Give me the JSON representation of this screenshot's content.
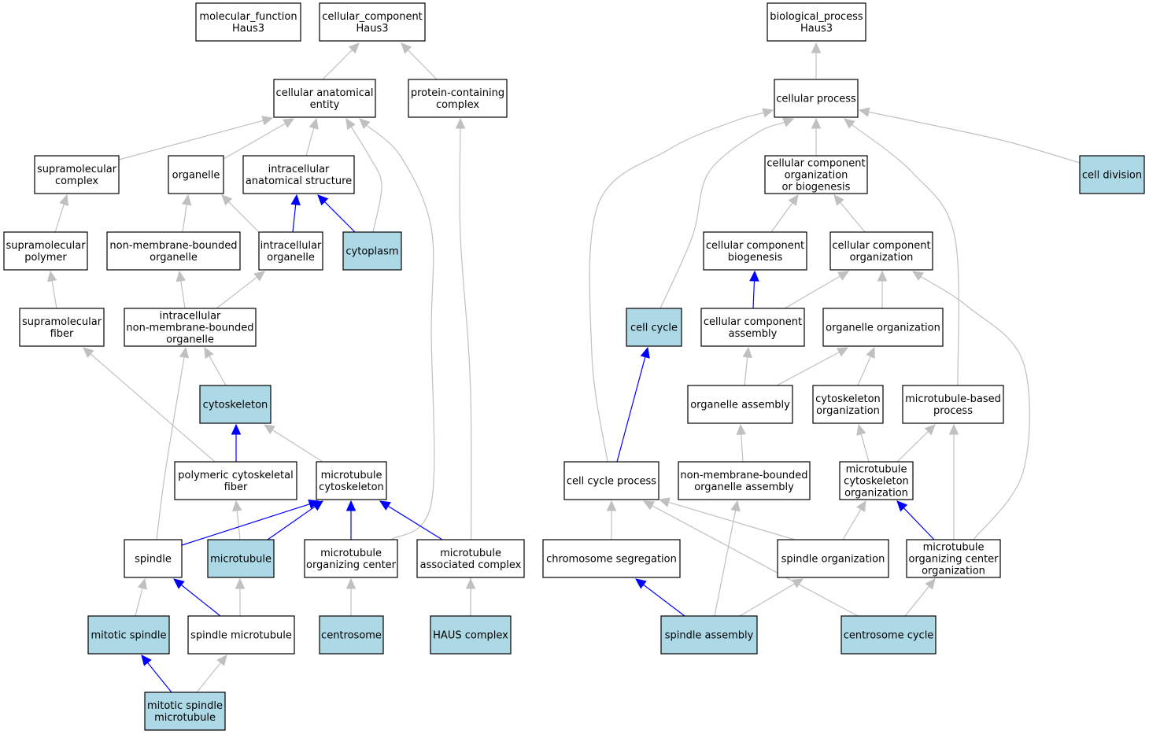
{
  "colors": {
    "highlight_fill": "#add8e6",
    "plain_fill": "#ffffff",
    "is_a_edge": "#c0c0c0",
    "part_of_edge": "#0000ff"
  },
  "nodes": [
    {
      "id": "mf",
      "lines": [
        "molecular_function",
        "Haus3"
      ],
      "highlight": false
    },
    {
      "id": "cc",
      "lines": [
        "cellular_component",
        "Haus3"
      ],
      "highlight": false
    },
    {
      "id": "bp",
      "lines": [
        "biological_process",
        "Haus3"
      ],
      "highlight": false
    },
    {
      "id": "cae",
      "lines": [
        "cellular anatomical",
        "entity"
      ],
      "highlight": false
    },
    {
      "id": "pcc",
      "lines": [
        "protein-containing",
        "complex"
      ],
      "highlight": false
    },
    {
      "id": "cp",
      "lines": [
        "cellular process"
      ],
      "highlight": false
    },
    {
      "id": "smc",
      "lines": [
        "supramolecular",
        "complex"
      ],
      "highlight": false
    },
    {
      "id": "org",
      "lines": [
        "organelle"
      ],
      "highlight": false
    },
    {
      "id": "ias",
      "lines": [
        "intracellular",
        "anatomical structure"
      ],
      "highlight": false
    },
    {
      "id": "ccob",
      "lines": [
        "cellular component",
        "organization",
        "or biogenesis"
      ],
      "highlight": false
    },
    {
      "id": "celldiv",
      "lines": [
        "cell division"
      ],
      "highlight": true
    },
    {
      "id": "smp",
      "lines": [
        "supramolecular",
        "polymer"
      ],
      "highlight": false
    },
    {
      "id": "nmbo",
      "lines": [
        "non-membrane-bounded",
        "organelle"
      ],
      "highlight": false
    },
    {
      "id": "io",
      "lines": [
        "intracellular",
        "organelle"
      ],
      "highlight": false
    },
    {
      "id": "cyto",
      "lines": [
        "cytoplasm"
      ],
      "highlight": true
    },
    {
      "id": "ccb",
      "lines": [
        "cellular component",
        "biogenesis"
      ],
      "highlight": false
    },
    {
      "id": "cco",
      "lines": [
        "cellular component",
        "organization"
      ],
      "highlight": false
    },
    {
      "id": "smf",
      "lines": [
        "supramolecular",
        "fiber"
      ],
      "highlight": false
    },
    {
      "id": "inmbo",
      "lines": [
        "intracellular",
        "non-membrane-bounded",
        "organelle"
      ],
      "highlight": false
    },
    {
      "id": "cc2",
      "lines": [
        "cell cycle"
      ],
      "highlight": true
    },
    {
      "id": "cca",
      "lines": [
        "cellular component",
        "assembly"
      ],
      "highlight": false
    },
    {
      "id": "oo",
      "lines": [
        "organelle organization"
      ],
      "highlight": false
    },
    {
      "id": "csk",
      "lines": [
        "cytoskeleton"
      ],
      "highlight": true
    },
    {
      "id": "oa",
      "lines": [
        "organelle assembly"
      ],
      "highlight": false
    },
    {
      "id": "csko",
      "lines": [
        "cytoskeleton",
        "organization"
      ],
      "highlight": false
    },
    {
      "id": "mtbp",
      "lines": [
        "microtubule-based",
        "process"
      ],
      "highlight": false
    },
    {
      "id": "pcf",
      "lines": [
        "polymeric cytoskeletal",
        "fiber"
      ],
      "highlight": false
    },
    {
      "id": "mtc",
      "lines": [
        "microtubule",
        "cytoskeleton"
      ],
      "highlight": false
    },
    {
      "id": "ccp",
      "lines": [
        "cell cycle process"
      ],
      "highlight": false
    },
    {
      "id": "nmboa",
      "lines": [
        "non-membrane-bounded",
        "organelle assembly"
      ],
      "highlight": false
    },
    {
      "id": "mtco",
      "lines": [
        "microtubule",
        "cytoskeleton",
        "organization"
      ],
      "highlight": false
    },
    {
      "id": "spindle",
      "lines": [
        "spindle"
      ],
      "highlight": false
    },
    {
      "id": "mt",
      "lines": [
        "microtubule"
      ],
      "highlight": true
    },
    {
      "id": "mtoc",
      "lines": [
        "microtubule",
        "organizing center"
      ],
      "highlight": false
    },
    {
      "id": "mtac",
      "lines": [
        "microtubule",
        "associated complex"
      ],
      "highlight": false
    },
    {
      "id": "chs",
      "lines": [
        "chromosome segregation"
      ],
      "highlight": false
    },
    {
      "id": "so",
      "lines": [
        "spindle organization"
      ],
      "highlight": false
    },
    {
      "id": "mtoco",
      "lines": [
        "microtubule",
        "organizing center",
        "organization"
      ],
      "highlight": false
    },
    {
      "id": "ms",
      "lines": [
        "mitotic spindle"
      ],
      "highlight": true
    },
    {
      "id": "smt",
      "lines": [
        "spindle microtubule"
      ],
      "highlight": false
    },
    {
      "id": "centro",
      "lines": [
        "centrosome"
      ],
      "highlight": true
    },
    {
      "id": "haus",
      "lines": [
        "HAUS complex"
      ],
      "highlight": true
    },
    {
      "id": "sa",
      "lines": [
        "spindle assembly"
      ],
      "highlight": true
    },
    {
      "id": "ccyc",
      "lines": [
        "centrosome cycle"
      ],
      "highlight": true
    },
    {
      "id": "msmt",
      "lines": [
        "mitotic spindle",
        "microtubule"
      ],
      "highlight": true
    }
  ],
  "edges": [
    {
      "from": "cae",
      "to": "cc",
      "type": "is_a"
    },
    {
      "from": "pcc",
      "to": "cc",
      "type": "is_a"
    },
    {
      "from": "cp",
      "to": "bp",
      "type": "is_a"
    },
    {
      "from": "smc",
      "to": "cae",
      "type": "is_a"
    },
    {
      "from": "org",
      "to": "cae",
      "type": "is_a"
    },
    {
      "from": "ias",
      "to": "cae",
      "type": "is_a"
    },
    {
      "from": "cyto",
      "to": "cae",
      "type": "is_a"
    },
    {
      "from": "mtoc",
      "to": "cae",
      "type": "is_a"
    },
    {
      "from": "haus",
      "to": "pcc",
      "type": "is_a"
    },
    {
      "from": "smp",
      "to": "smc",
      "type": "is_a"
    },
    {
      "from": "nmbo",
      "to": "org",
      "type": "is_a"
    },
    {
      "from": "io",
      "to": "org",
      "type": "is_a"
    },
    {
      "from": "io",
      "to": "ias",
      "type": "part_of"
    },
    {
      "from": "cyto",
      "to": "ias",
      "type": "part_of"
    },
    {
      "from": "smf",
      "to": "smp",
      "type": "is_a"
    },
    {
      "from": "inmbo",
      "to": "nmbo",
      "type": "is_a"
    },
    {
      "from": "inmbo",
      "to": "io",
      "type": "is_a"
    },
    {
      "from": "csk",
      "to": "inmbo",
      "type": "is_a"
    },
    {
      "from": "spindle",
      "to": "inmbo",
      "type": "is_a"
    },
    {
      "from": "pcf",
      "to": "smf",
      "type": "is_a"
    },
    {
      "from": "pcf",
      "to": "csk",
      "type": "part_of"
    },
    {
      "from": "mtc",
      "to": "csk",
      "type": "is_a"
    },
    {
      "from": "mt",
      "to": "pcf",
      "type": "is_a"
    },
    {
      "from": "spindle",
      "to": "mtc",
      "type": "part_of"
    },
    {
      "from": "mt",
      "to": "mtc",
      "type": "part_of"
    },
    {
      "from": "mtoc",
      "to": "mtc",
      "type": "part_of"
    },
    {
      "from": "mtac",
      "to": "mtc",
      "type": "part_of"
    },
    {
      "from": "ms",
      "to": "spindle",
      "type": "is_a"
    },
    {
      "from": "smt",
      "to": "spindle",
      "type": "part_of"
    },
    {
      "from": "smt",
      "to": "mt",
      "type": "is_a"
    },
    {
      "from": "centro",
      "to": "mtoc",
      "type": "is_a"
    },
    {
      "from": "haus",
      "to": "mtac",
      "type": "is_a"
    },
    {
      "from": "msmt",
      "to": "ms",
      "type": "part_of"
    },
    {
      "from": "msmt",
      "to": "smt",
      "type": "is_a"
    },
    {
      "from": "ccob",
      "to": "cp",
      "type": "is_a"
    },
    {
      "from": "celldiv",
      "to": "cp",
      "type": "is_a"
    },
    {
      "from": "cc2",
      "to": "cp",
      "type": "is_a"
    },
    {
      "from": "ccp",
      "to": "cp",
      "type": "is_a"
    },
    {
      "from": "mtbp",
      "to": "cp",
      "type": "is_a"
    },
    {
      "from": "ccb",
      "to": "ccob",
      "type": "is_a"
    },
    {
      "from": "cco",
      "to": "ccob",
      "type": "is_a"
    },
    {
      "from": "cca",
      "to": "ccb",
      "type": "part_of"
    },
    {
      "from": "cca",
      "to": "cco",
      "type": "is_a"
    },
    {
      "from": "oo",
      "to": "cco",
      "type": "is_a"
    },
    {
      "from": "mtoco",
      "to": "cco",
      "type": "is_a"
    },
    {
      "from": "ccp",
      "to": "cc2",
      "type": "part_of"
    },
    {
      "from": "oa",
      "to": "cca",
      "type": "is_a"
    },
    {
      "from": "oa",
      "to": "oo",
      "type": "is_a"
    },
    {
      "from": "csko",
      "to": "oo",
      "type": "is_a"
    },
    {
      "from": "nmboa",
      "to": "oa",
      "type": "is_a"
    },
    {
      "from": "mtco",
      "to": "csko",
      "type": "is_a"
    },
    {
      "from": "mtco",
      "to": "mtbp",
      "type": "is_a"
    },
    {
      "from": "mtoco",
      "to": "mtbp",
      "type": "is_a"
    },
    {
      "from": "mtoco",
      "to": "mtco",
      "type": "part_of"
    },
    {
      "from": "chs",
      "to": "ccp",
      "type": "is_a"
    },
    {
      "from": "so",
      "to": "ccp",
      "type": "is_a"
    },
    {
      "from": "ccyc",
      "to": "ccp",
      "type": "is_a"
    },
    {
      "from": "so",
      "to": "mtco",
      "type": "is_a"
    },
    {
      "from": "sa",
      "to": "chs",
      "type": "part_of"
    },
    {
      "from": "sa",
      "to": "so",
      "type": "is_a"
    },
    {
      "from": "sa",
      "to": "nmboa",
      "type": "is_a"
    },
    {
      "from": "ccyc",
      "to": "mtoco",
      "type": "is_a"
    }
  ]
}
